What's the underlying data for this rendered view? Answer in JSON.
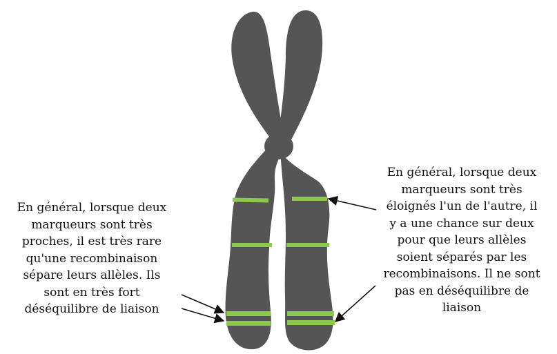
{
  "colors": {
    "chromosome": "#555555",
    "marker": "#8cc84b",
    "arrow": "#111111",
    "text": "#111111"
  },
  "annotations": {
    "close_markers": {
      "lines": [
        "En général, lorsque deux",
        "marqueurs sont très",
        "proches, il est très rare",
        "qu'une recombinaison",
        "sépare leurs allèles. Ils",
        "sont en très fort",
        "déséquilibre de liaison"
      ]
    },
    "distant_markers": {
      "lines": [
        "En général, lorsque deux",
        "marqueurs sont très",
        "éloignés l'un de l'autre, il",
        "y a une chance sur deux",
        "pour que leurs allèles",
        "soient séparés par les",
        "recombinaisons. Il ne sont",
        "pas en déséquilibre de",
        "liaison"
      ]
    }
  }
}
